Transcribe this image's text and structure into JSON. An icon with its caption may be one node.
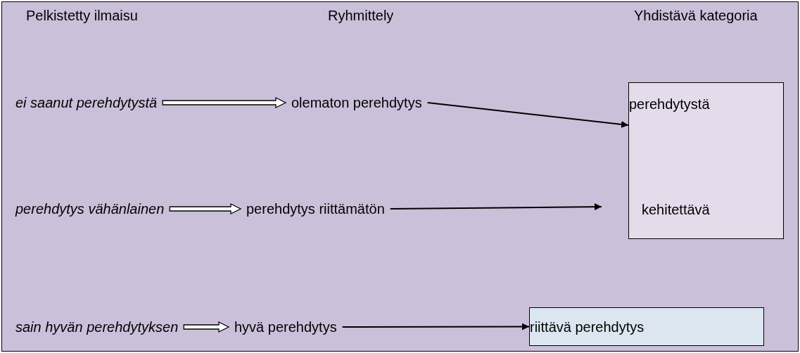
{
  "diagram": {
    "nodes": [
      {
        "text": [
          "ei saanut perehdytystä"
        ]
      },
      {
        "text": [
          "olematon perehdytys"
        ]
      },
      {
        "text": [
          "perehdytystä",
          "kehitettävä"
        ]
      },
      {
        "text": [
          "perehdytys vähänlainen"
        ]
      },
      {
        "text": [
          "perehdytys riittämätön"
        ]
      },
      {
        "text": [
          "sain hyvän perehdytyksen"
        ]
      },
      {
        "text": [
          "hyvä perehdytys"
        ]
      },
      {
        "text": [
          "riittävä perehdytys"
        ]
      }
    ],
    "edges": [
      {
        "from": 0,
        "to": 1,
        "arrow": "to",
        "style": "thick"
      },
      {
        "from": 1,
        "to": 2,
        "arrow": "to"
      },
      {
        "from": 3,
        "to": 4,
        "arrow": "to",
        "style": "thick"
      },
      {
        "from": 4,
        "to": 2,
        "arrow": "to"
      },
      {
        "from": 5,
        "to": 6,
        "arrow": "to",
        "style": "thick"
      },
      {
        "from": 6,
        "to": 7,
        "arrow": "to"
      }
    ],
    "labels": [
      "Pelkistetty ilmaisu",
      "Ryhmittely",
      "Yhdistävä kategoria"
    ]
  }
}
